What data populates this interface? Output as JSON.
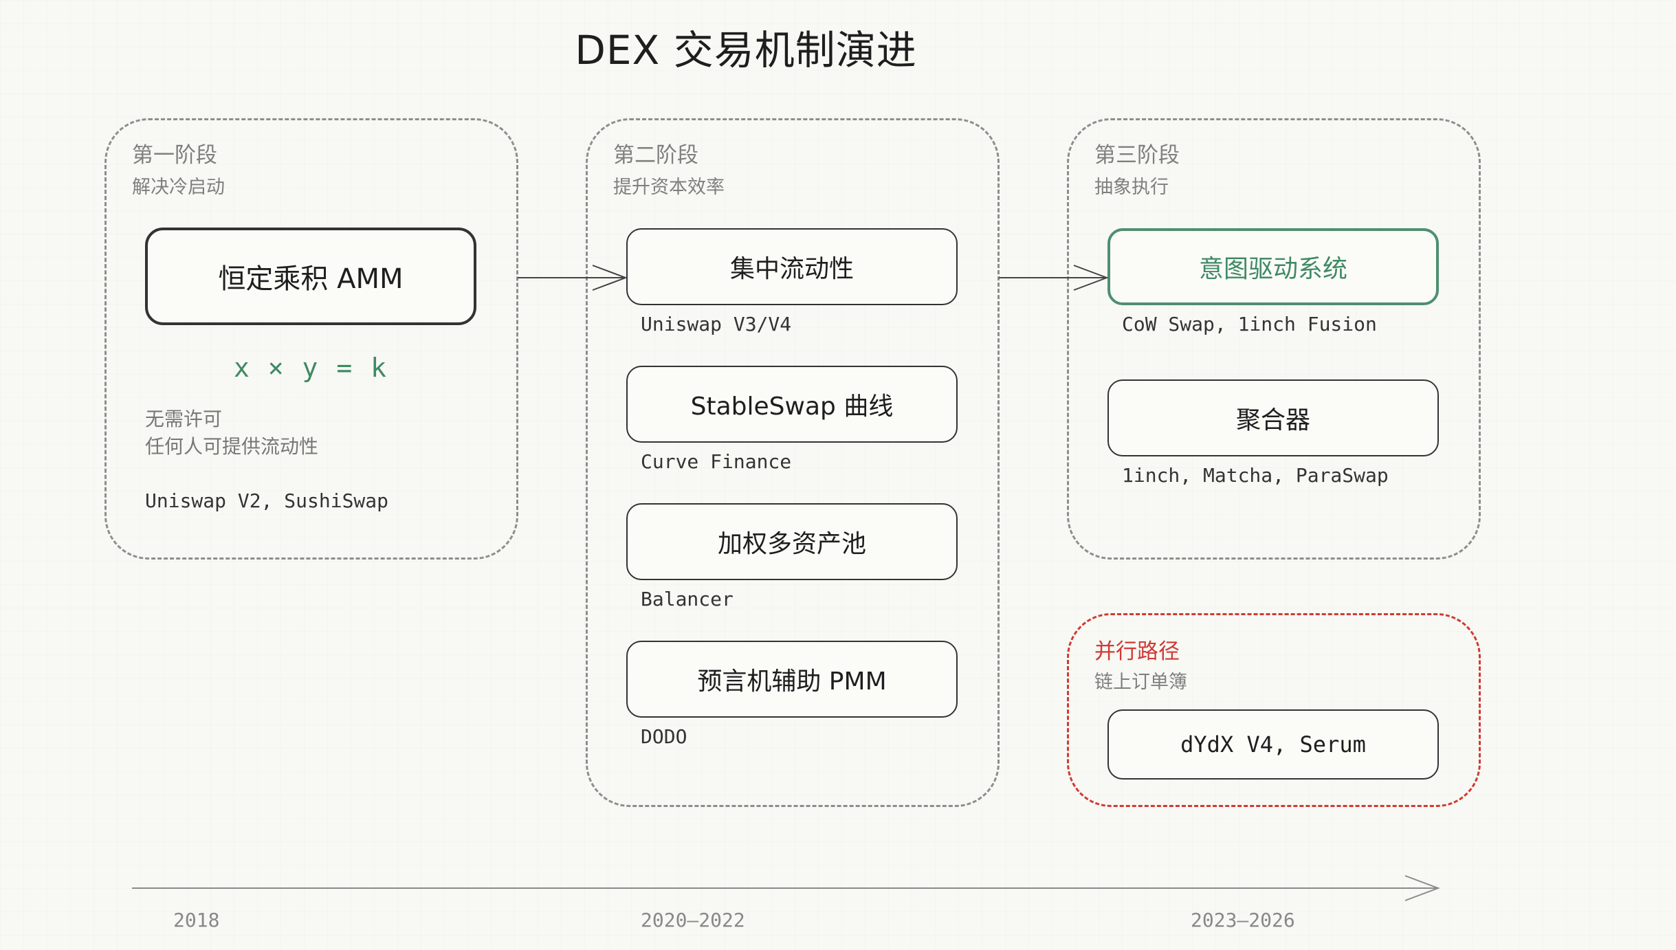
{
  "title": "DEX 交易机制演进",
  "stages": [
    {
      "name": "第一阶段",
      "subtitle": "解决冷启动",
      "box": "恒定乘积 AMM",
      "formula": "x × y = k",
      "notes": [
        "无需许可",
        "任何人可提供流动性"
      ],
      "examples": "Uniswap V2, SushiSwap"
    },
    {
      "name": "第二阶段",
      "subtitle": "提升资本效率",
      "items": [
        {
          "label": "集中流动性",
          "example": "Uniswap V3/V4"
        },
        {
          "label": "StableSwap 曲线",
          "example": "Curve Finance"
        },
        {
          "label": "加权多资产池",
          "example": "Balancer"
        },
        {
          "label": "预言机辅助 PMM",
          "example": "DODO"
        }
      ]
    },
    {
      "name": "第三阶段",
      "subtitle": "抽象执行",
      "items": [
        {
          "label": "意图驱动系统",
          "example": "CoW Swap, 1inch Fusion"
        },
        {
          "label": "聚合器",
          "example": "1inch, Matcha, ParaSwap"
        }
      ]
    }
  ],
  "parallel": {
    "name": "并行路径",
    "subtitle": "链上订单簿",
    "box": "dYdX V4, Serum"
  },
  "timeline": [
    "2018",
    "2020–2022",
    "2023–2026"
  ],
  "colors": {
    "accent_green": "#3f8a64",
    "accent_red": "#cf3a34",
    "border_gray": "#8d8d8d"
  }
}
